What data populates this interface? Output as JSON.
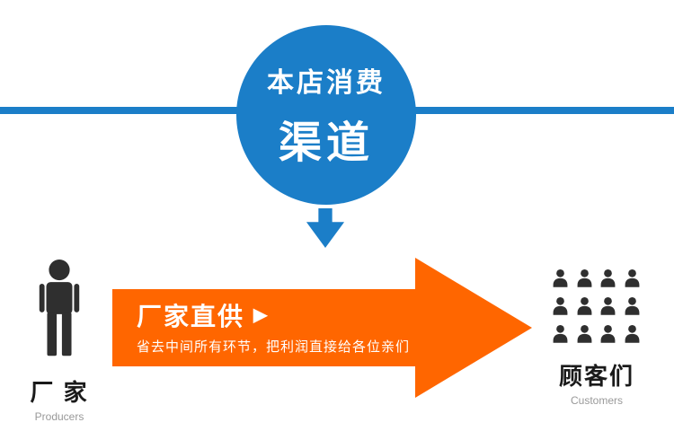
{
  "colors": {
    "blue": "#1b7ec8",
    "orange": "#ff6600",
    "dark": "#2f2f2f",
    "gray": "#999999"
  },
  "badge": {
    "line1": "本店消费",
    "line2": "渠道"
  },
  "producer": {
    "label": "厂 家",
    "sublabel": "Producers"
  },
  "supply": {
    "title": "厂家直供",
    "arrow_glyph": "▶",
    "subtitle": "省去中间所有环节，把利润直接给各位亲们"
  },
  "customers": {
    "label": "顾客们",
    "sublabel": "Customers",
    "count": 12
  }
}
